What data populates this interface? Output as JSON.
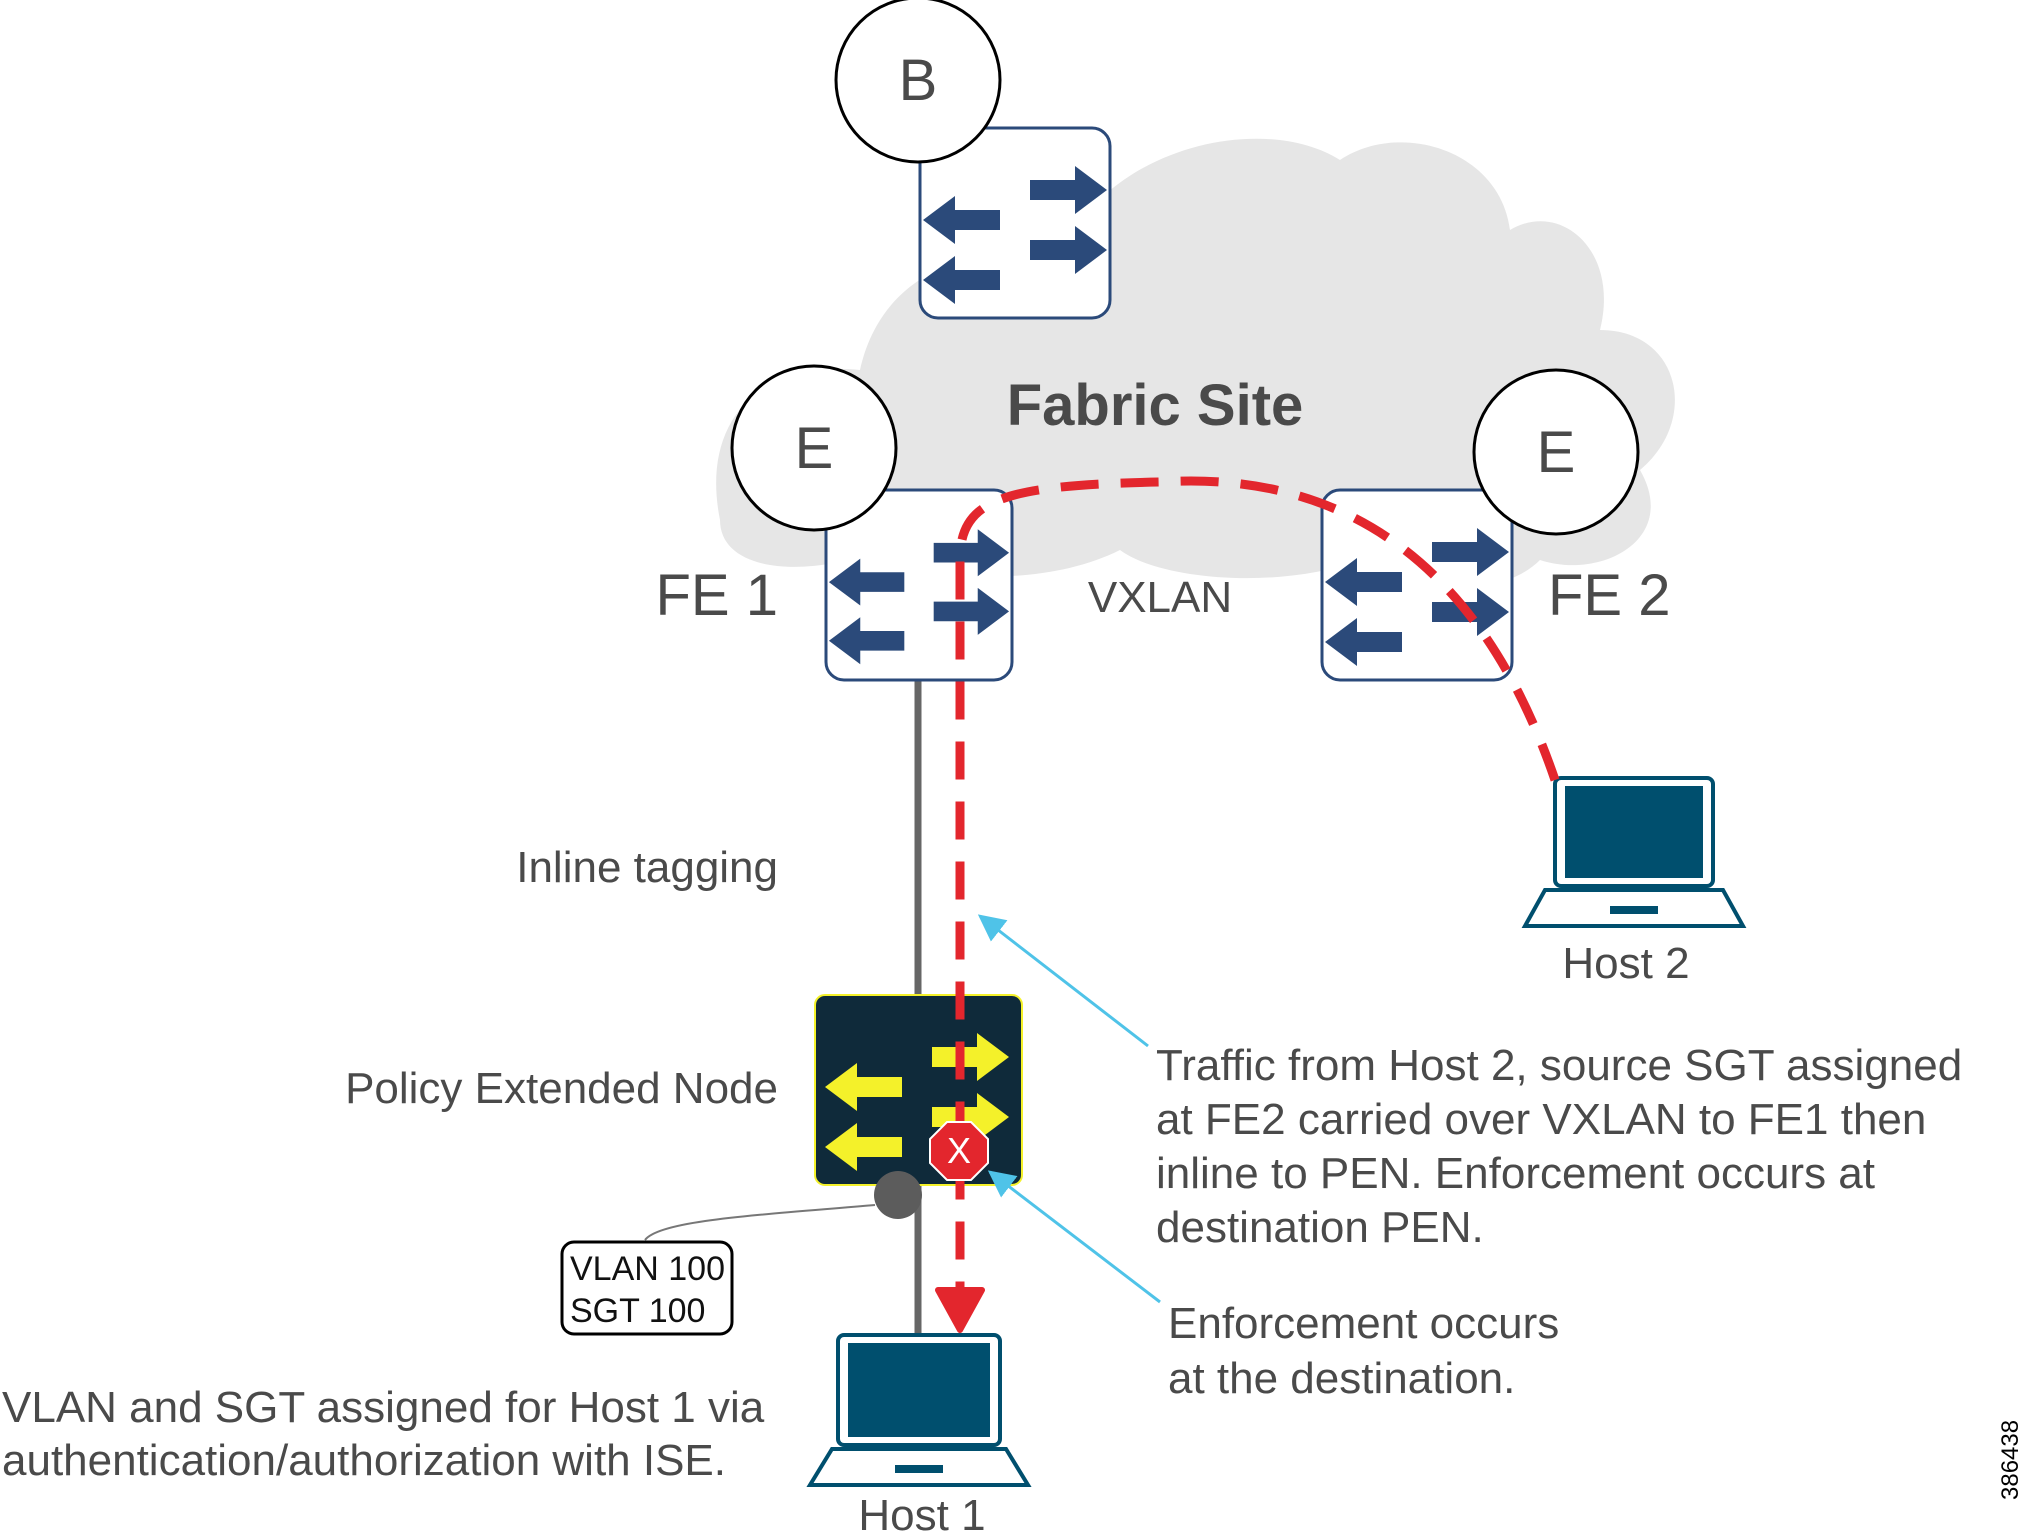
{
  "nodes": {
    "border": "B",
    "edge_left": "E",
    "edge_right": "E",
    "fe1": "FE 1",
    "fe2": "FE 2"
  },
  "cloud_label": "Fabric Site",
  "vxlan_label": "VXLAN",
  "inline_label": "Inline tagging",
  "pen_label": "Policy Extended Node",
  "enforcement_marker": "X",
  "tag_box": {
    "line1": "VLAN 100",
    "line2": "SGT 100"
  },
  "host1": {
    "label": "Host 1",
    "note_line1": "VLAN and SGT assigned for Host 1 via",
    "note_line2": "authentication/authorization with ISE."
  },
  "host2": {
    "label": "Host 2"
  },
  "callout_traffic": {
    "line1": "Traffic from Host 2, source SGT assigned",
    "line2": "at FE2 carried over VXLAN to FE1 then",
    "line3": "inline to PEN.  Enforcement occurs at",
    "line4": "destination PEN."
  },
  "callout_enforcement": {
    "line1": "Enforcement occurs",
    "line2": "at the destination."
  },
  "figure_id": "386438",
  "colors": {
    "switch_arrow": "#2b4a7a",
    "pen_body": "#0f2a3a",
    "pen_arrow": "#f4f12a",
    "path": "#e3262d",
    "callout": "#4fc3e8",
    "laptop": "#004f6e",
    "cloud": "#e6e6e6",
    "stop_sign": "#e3262d"
  }
}
